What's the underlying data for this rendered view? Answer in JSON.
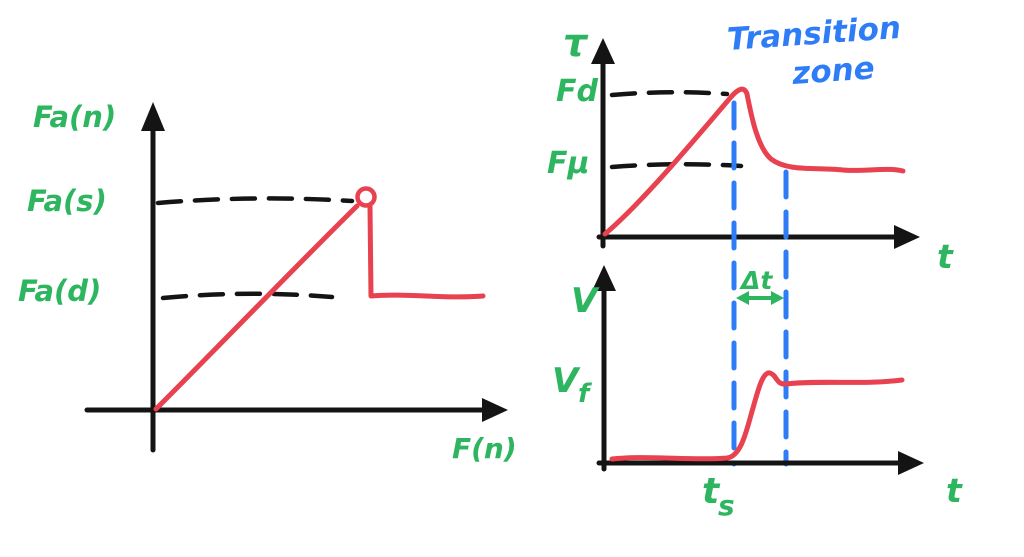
{
  "colors": {
    "green": "#2eb55f",
    "red": "#e84150",
    "blue": "#2e7cf6",
    "black": "#141414"
  },
  "friction_force_chart": {
    "y_axis_label": "Fa(n)",
    "static_level_label": "Fa(s)",
    "dynamic_level_label": "Fa(d)",
    "x_axis_label": "F(n)"
  },
  "force_time_chart": {
    "y_axis_label": "τ",
    "peak_level_label": "Fd",
    "steady_level_label": "Fμ",
    "x_axis_label": "t",
    "transition_label_line1": "Transition",
    "transition_label_line2": "zone",
    "delta_t_label": "Δt"
  },
  "velocity_time_chart": {
    "y_axis_label": "V",
    "final_velocity_main": "V",
    "final_velocity_sub": "f",
    "slip_time_main": "t",
    "slip_time_sub": "s",
    "x_axis_label": "t"
  }
}
